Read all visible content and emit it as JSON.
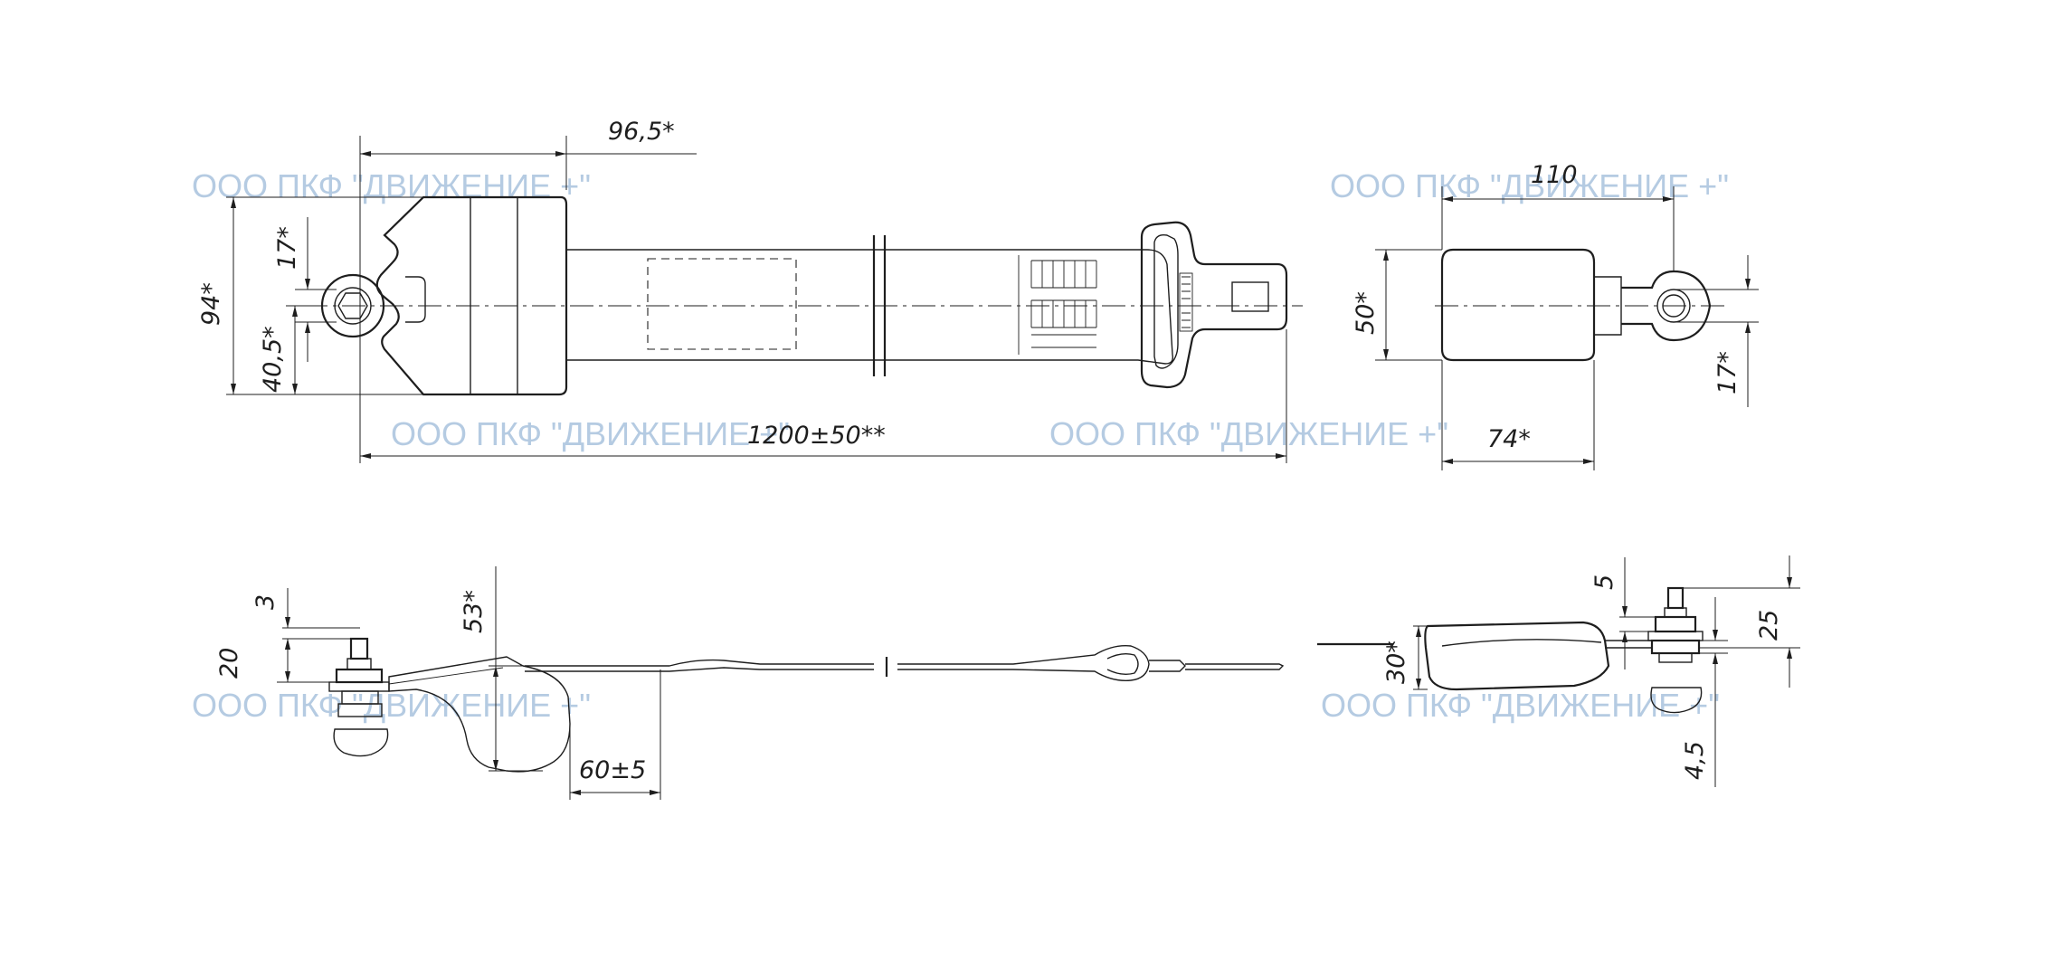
{
  "watermark": "ООО ПКФ \"ДВИЖЕНИЕ +\"",
  "colors": {
    "line": "#1e1e1e",
    "watermark": "#a9c3dd",
    "background": "#ffffff"
  },
  "dimensions": {
    "d_96_5": "96,5*",
    "d_94": "94*",
    "d_17_a": "17*",
    "d_40_5": "40,5*",
    "d_1200": "1200±50**",
    "d_110": "110",
    "d_50": "50*",
    "d_17_b": "17*",
    "d_74": "74*",
    "d_3": "3",
    "d_20": "20",
    "d_53": "53*",
    "d_60": "60±5",
    "d_5": "5",
    "d_25": "25",
    "d_30": "30*",
    "d_4_5": "4,5"
  }
}
